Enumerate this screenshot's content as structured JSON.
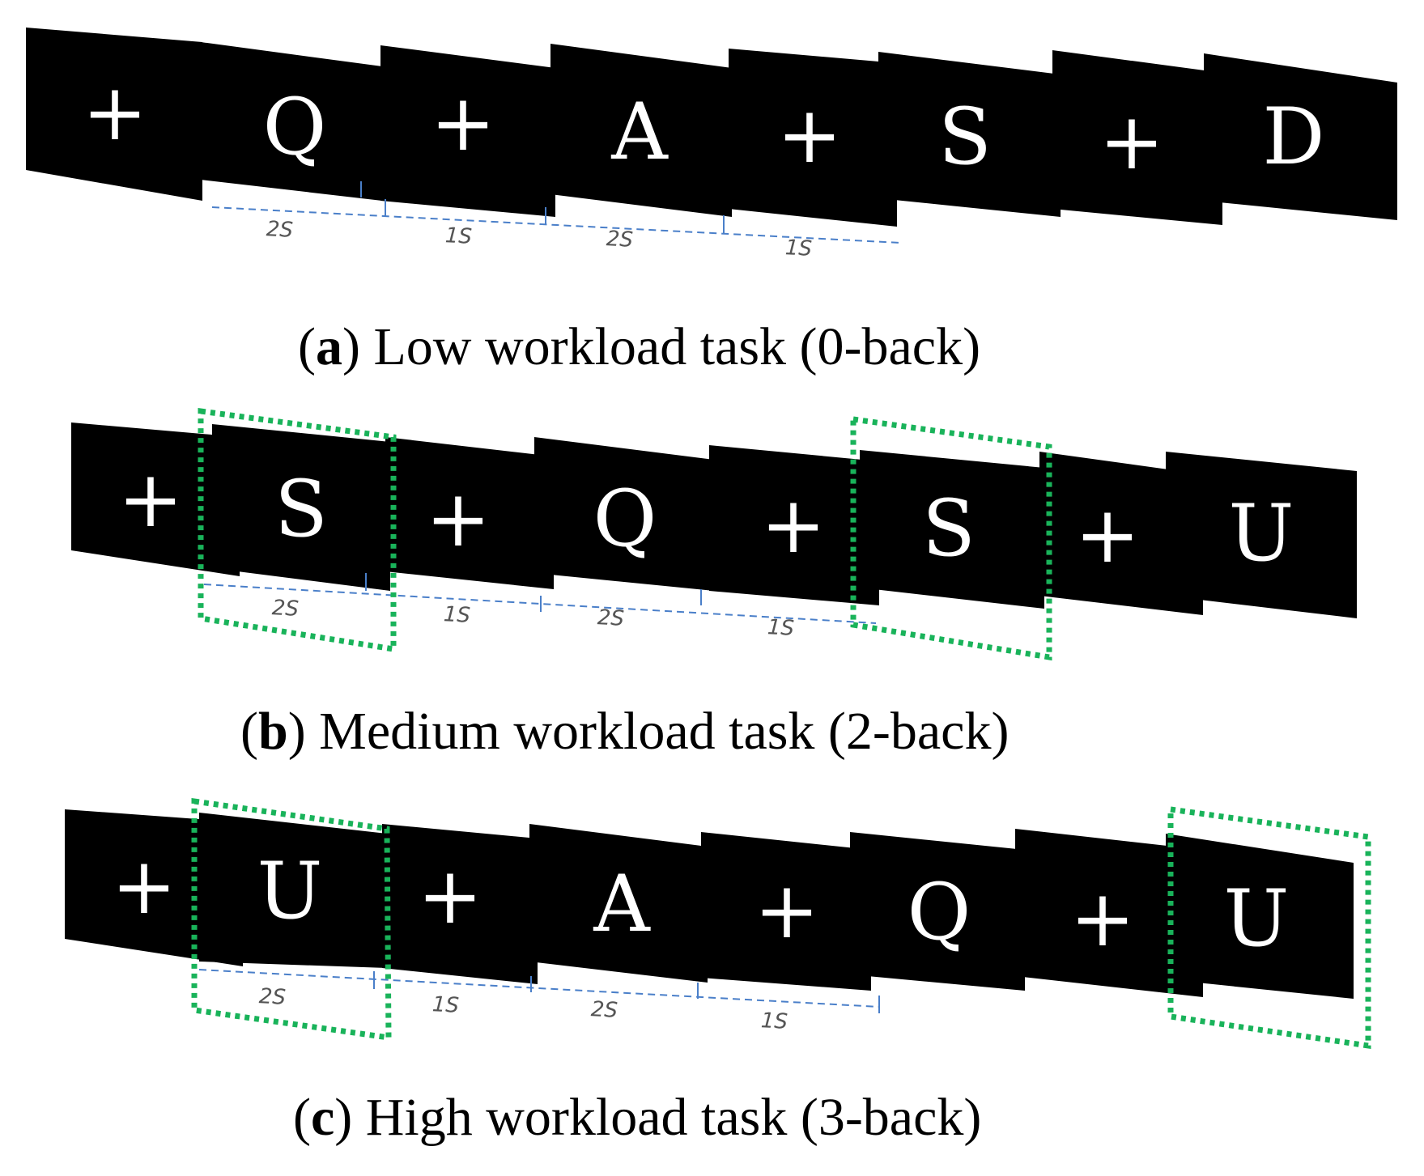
{
  "panels": [
    {
      "letter": "a",
      "caption": ") Low workload task (0-back)",
      "caption_prefix": "(",
      "stimuli": [
        "+",
        "Q",
        "+",
        "A",
        "+",
        "S",
        "+",
        "D"
      ],
      "durations": [
        "2S",
        "1S",
        "2S",
        "1S"
      ],
      "highlighted_items": []
    },
    {
      "letter": "b",
      "caption": ") Medium workload task (2-back)",
      "caption_prefix": "(",
      "stimuli": [
        "+",
        "S",
        "+",
        "Q",
        "+",
        "S",
        "+",
        "U"
      ],
      "durations": [
        "2S",
        "1S",
        "2S",
        "1S"
      ],
      "highlighted_items": [
        2,
        6
      ]
    },
    {
      "letter": "c",
      "caption": ") High workload task (3-back)",
      "caption_prefix": "(",
      "stimuli": [
        "+",
        "U",
        "+",
        "A",
        "+",
        "Q",
        "+",
        "U"
      ],
      "durations": [
        "2S",
        "1S",
        "2S",
        "1S"
      ],
      "highlighted_items": [
        2,
        8
      ]
    }
  ],
  "colors": {
    "screen": "#000000",
    "stimulus_text": "#ffffff",
    "duration_line": "#4a7fc9",
    "highlight_box": "#19b35a",
    "caption_text": "#000000"
  }
}
